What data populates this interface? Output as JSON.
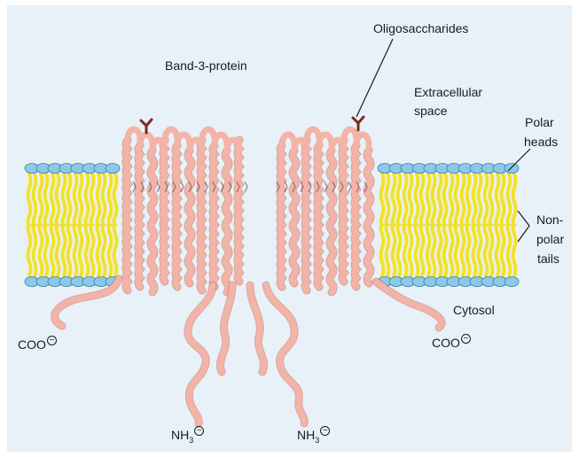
{
  "labels": {
    "oligosaccharides": "Oligosaccharides",
    "band3": "Band-3-protein",
    "extracellular_line1": "Extracellular",
    "extracellular_line2": "space",
    "polar_line1": "Polar",
    "polar_line2": "heads",
    "nonpolar_line1": "Non-",
    "nonpolar_line2": "polar",
    "nonpolar_line3": "tails",
    "cytosol": "Cytosol",
    "coo_left": "COO",
    "coo_right": "COO",
    "nh3_left_base": "NH",
    "nh3_left_sub": "3",
    "nh3_right_base": "NH",
    "nh3_right_sub": "3",
    "charge_minus": "−"
  },
  "colors": {
    "background": "#e8f1f7",
    "lipid_head": "#8ec8e8",
    "lipid_head_stroke": "#3b7fb0",
    "lipid_tail": "#f2e227",
    "lipid_tail_stroke": "#7a6f0a",
    "protein": "#f4b3a7",
    "protein_stroke": "#b9685a",
    "sugar": "#7a2b1e"
  }
}
